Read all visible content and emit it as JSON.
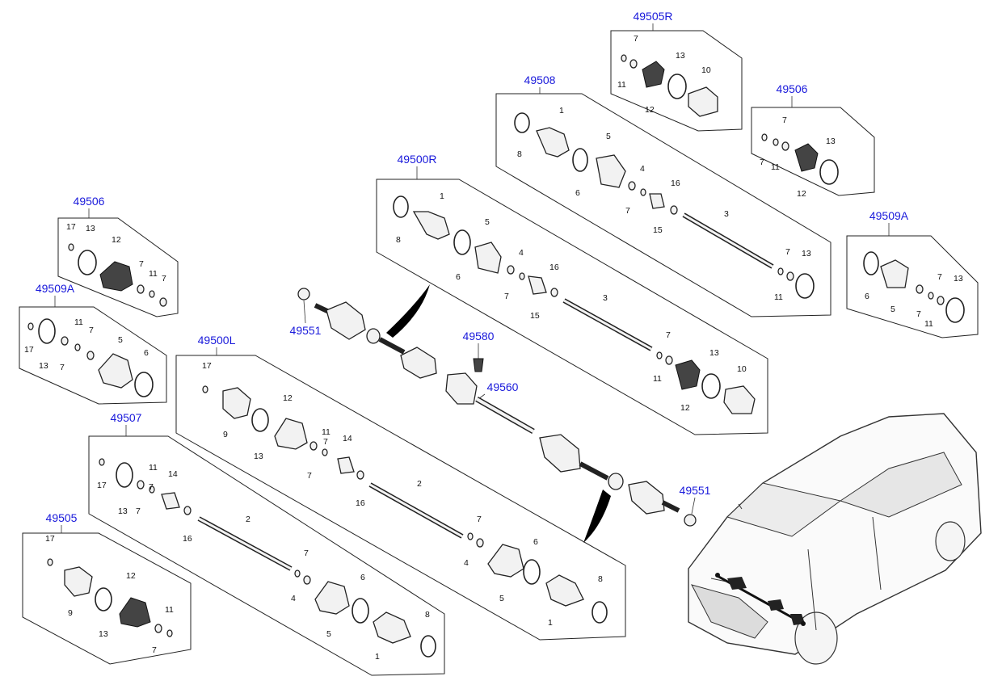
{
  "groups": {
    "g49505R": "49505R",
    "g49508": "49508",
    "g49506_right": "49506",
    "g49500R": "49500R",
    "g49509A_right": "49509A",
    "g49506_left": "49506",
    "g49509A_left": "49509A",
    "g49551_top": "49551",
    "g49580": "49580",
    "g49560": "49560",
    "g49500L": "49500L",
    "g49507": "49507",
    "g49551_bottom": "49551",
    "g49505": "49505"
  },
  "callouts": {
    "n1": "1",
    "n2": "2",
    "n3": "3",
    "n4": "4",
    "n5": "5",
    "n6": "6",
    "n7": "7",
    "n8": "8",
    "n9": "9",
    "n10": "10",
    "n11": "11",
    "n12": "12",
    "n13": "13",
    "n14": "14",
    "n15": "15",
    "n16": "16",
    "n17": "17"
  },
  "colors": {
    "link": "#1a1adb",
    "line": "#222222",
    "part_fill": "#f2f2f2"
  }
}
